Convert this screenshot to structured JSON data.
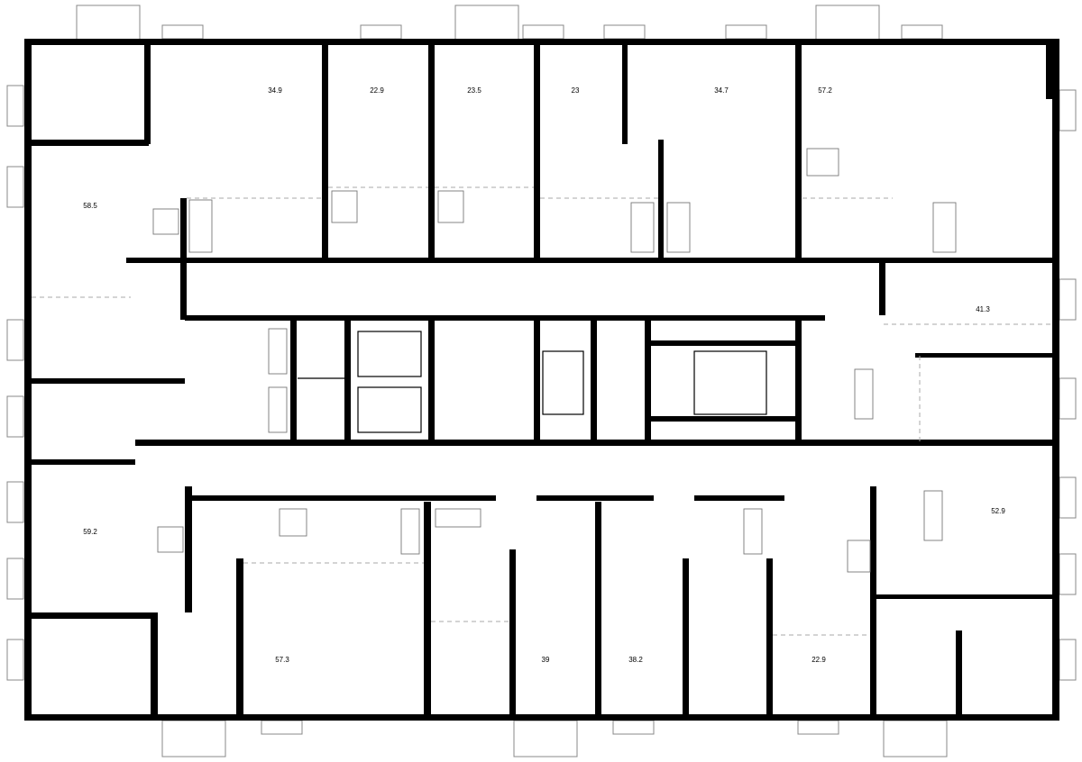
{
  "plan": {
    "title": "Floor plan",
    "wall_color": "#000000",
    "fixture_color": "#777777",
    "apartments_top": [
      {
        "area": "58.5"
      },
      {
        "area": "34.9"
      },
      {
        "area": "22.9"
      },
      {
        "area": "23.5"
      },
      {
        "area": "23"
      },
      {
        "area": "34.7"
      },
      {
        "area": "57.2"
      },
      {
        "area": "41.3"
      }
    ],
    "apartments_bottom": [
      {
        "area": "59.2"
      },
      {
        "area": "57.3"
      },
      {
        "area": "39"
      },
      {
        "area": "38.2"
      },
      {
        "area": "22.9"
      },
      {
        "area": "52.9"
      }
    ]
  }
}
